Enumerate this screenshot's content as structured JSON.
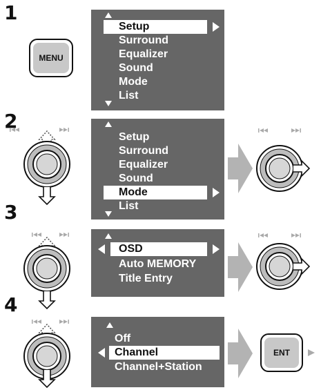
{
  "steps": [
    "1",
    "2",
    "3",
    "4"
  ],
  "buttons": {
    "menu": "MENU",
    "enter": "ENT"
  },
  "panel1": {
    "items": [
      "Setup",
      "Surround",
      "Equalizer",
      "Sound",
      "Mode",
      "List"
    ],
    "selected": "Setup"
  },
  "panel2": {
    "items": [
      "Setup",
      "Surround",
      "Equalizer",
      "Sound",
      "Mode",
      "List"
    ],
    "selected": "Mode"
  },
  "panel3": {
    "items": [
      "OSD",
      "Auto MEMORY",
      "Title Entry"
    ],
    "selected": "OSD"
  },
  "panel4": {
    "items": [
      "Off",
      "Channel",
      "Channel+Station"
    ],
    "selected": "Channel"
  },
  "colors": {
    "panel": "#666666",
    "arrow": "#b3b3b3",
    "button_face": "#c8c8c8"
  },
  "icons": [
    "up-arrow-icon",
    "down-arrow-icon",
    "right-arrow-icon",
    "left-arrow-icon",
    "prev-track-icon",
    "next-track-icon",
    "control-dial-icon",
    "flow-arrow-icon"
  ]
}
